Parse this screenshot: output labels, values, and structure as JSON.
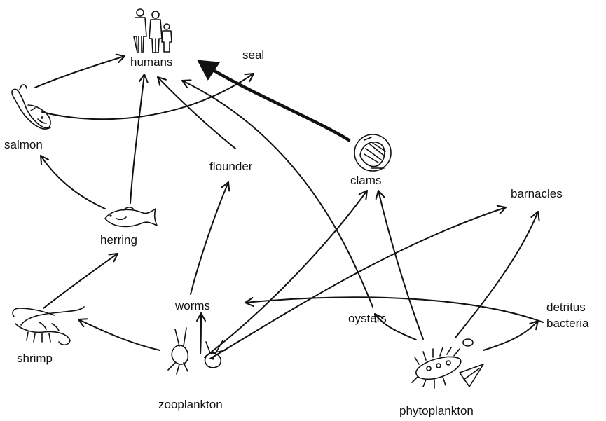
{
  "diagram": {
    "organisms": {
      "humans": "humans",
      "seal": "seal",
      "salmon": "salmon",
      "flounder": "flounder",
      "clams": "clams",
      "barnacles": "barnacles",
      "herring": "herring",
      "worms": "worms",
      "oysters": "oysters",
      "detritus": "detritus",
      "bacteria": "bacteria",
      "shrimp": "shrimp",
      "zooplankton": "zooplankton",
      "phytoplankton": "phytoplankton"
    },
    "links": [
      {
        "from": "salmon",
        "to": "humans"
      },
      {
        "from": "salmon",
        "to": "seal"
      },
      {
        "from": "herring",
        "to": "salmon"
      },
      {
        "from": "herring",
        "to": "humans"
      },
      {
        "from": "flounder",
        "to": "humans"
      },
      {
        "from": "clams",
        "to": "humans"
      },
      {
        "from": "oysters",
        "to": "humans"
      },
      {
        "from": "shrimp",
        "to": "herring"
      },
      {
        "from": "zooplankton",
        "to": "shrimp"
      },
      {
        "from": "zooplankton",
        "to": "worms"
      },
      {
        "from": "zooplankton",
        "to": "clams"
      },
      {
        "from": "zooplankton",
        "to": "barnacles"
      },
      {
        "from": "worms",
        "to": "flounder"
      },
      {
        "from": "detritus bacteria",
        "to": "worms"
      },
      {
        "from": "phytoplankton",
        "to": "oysters"
      },
      {
        "from": "phytoplankton",
        "to": "clams"
      },
      {
        "from": "phytoplankton",
        "to": "barnacles"
      },
      {
        "from": "phytoplankton",
        "to": "detritus bacteria"
      }
    ]
  }
}
